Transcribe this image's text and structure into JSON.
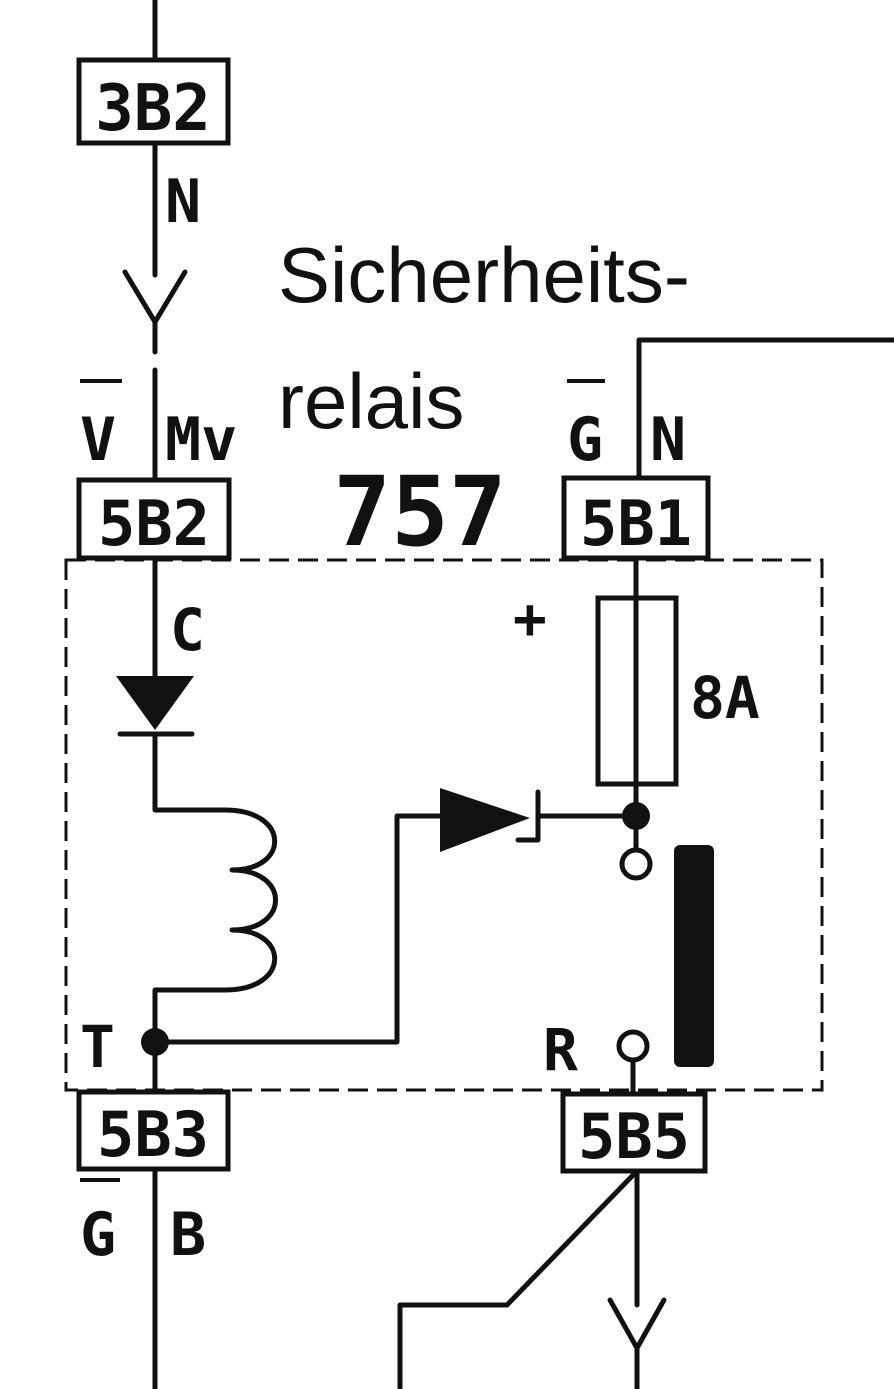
{
  "title_lines": [
    "Sicherheits-",
    "relais"
  ],
  "component_number": "757",
  "connectors": {
    "top": "3B2",
    "left_mid": "5B2",
    "right_mid": "5B1",
    "left_bottom": "5B3",
    "right_bottom": "5B5"
  },
  "wire_labels": {
    "n_top": "N",
    "v_bar": "V",
    "mv": "Mv",
    "g_bar_top": "G",
    "n_right": "N",
    "g_bar_bottom": "G",
    "b": "B"
  },
  "terminals": {
    "c": "C",
    "t": "T",
    "r": "R",
    "plus": "+"
  },
  "fuse_rating": "8A",
  "branch_symbol": "Y"
}
